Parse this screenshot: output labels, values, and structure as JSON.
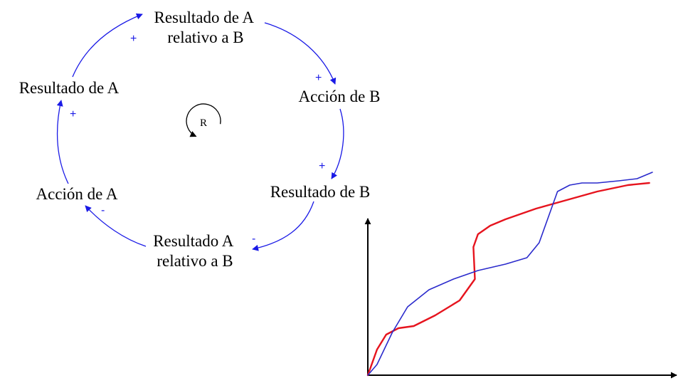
{
  "colors": {
    "link": "#1a1ae6",
    "series_red": "#e6141e",
    "series_blue": "#2a2acc",
    "text": "#000000",
    "axis": "#000000"
  },
  "diagram": {
    "nodes": [
      {
        "id": "resultado-a-rel-b-top",
        "lines": [
          "Resultado de A",
          "relativo a B"
        ]
      },
      {
        "id": "accion-b",
        "lines": [
          "Acción de B"
        ]
      },
      {
        "id": "resultado-b",
        "lines": [
          "Resultado de B"
        ]
      },
      {
        "id": "resultado-a-rel-b-bottom",
        "lines": [
          "Resultado A",
          "relativo a B"
        ]
      },
      {
        "id": "accion-a",
        "lines": [
          "Acción de A"
        ]
      },
      {
        "id": "resultado-a",
        "lines": [
          "Resultado de A"
        ]
      }
    ],
    "links": [
      {
        "from": "resultado-a",
        "to": "resultado-a-rel-b-top",
        "polarity": "+"
      },
      {
        "from": "resultado-a-rel-b-top",
        "to": "accion-b",
        "polarity": "+"
      },
      {
        "from": "accion-b",
        "to": "resultado-b",
        "polarity": "+"
      },
      {
        "from": "resultado-b",
        "to": "resultado-a-rel-b-bottom",
        "polarity": "-"
      },
      {
        "from": "resultado-a-rel-b-bottom",
        "to": "accion-a",
        "polarity": "-"
      },
      {
        "from": "accion-a",
        "to": "resultado-a",
        "polarity": "+"
      }
    ],
    "loop": {
      "label": "R",
      "type": "reinforcing"
    }
  },
  "chart_data": {
    "type": "line",
    "title": "",
    "xlabel": "",
    "ylabel": "",
    "axis_ticks": false,
    "grid": false,
    "legend": "none",
    "series": [
      {
        "color": "#e6141e",
        "x": [
          0,
          0.03,
          0.06,
          0.1,
          0.15,
          0.22,
          0.3,
          0.35,
          0.345,
          0.36,
          0.4,
          0.45,
          0.55,
          0.65,
          0.75,
          0.85,
          0.92
        ],
        "y": [
          0,
          0.12,
          0.19,
          0.22,
          0.23,
          0.28,
          0.35,
          0.45,
          0.6,
          0.66,
          0.7,
          0.73,
          0.78,
          0.82,
          0.86,
          0.89,
          0.9
        ]
      },
      {
        "color": "#2a2acc",
        "x": [
          0,
          0.03,
          0.08,
          0.13,
          0.2,
          0.28,
          0.36,
          0.45,
          0.52,
          0.56,
          0.59,
          0.62,
          0.66,
          0.7,
          0.75,
          0.82,
          0.88,
          0.93
        ],
        "y": [
          0,
          0.05,
          0.2,
          0.32,
          0.4,
          0.45,
          0.49,
          0.52,
          0.55,
          0.62,
          0.74,
          0.86,
          0.89,
          0.9,
          0.9,
          0.91,
          0.92,
          0.95
        ]
      }
    ]
  }
}
